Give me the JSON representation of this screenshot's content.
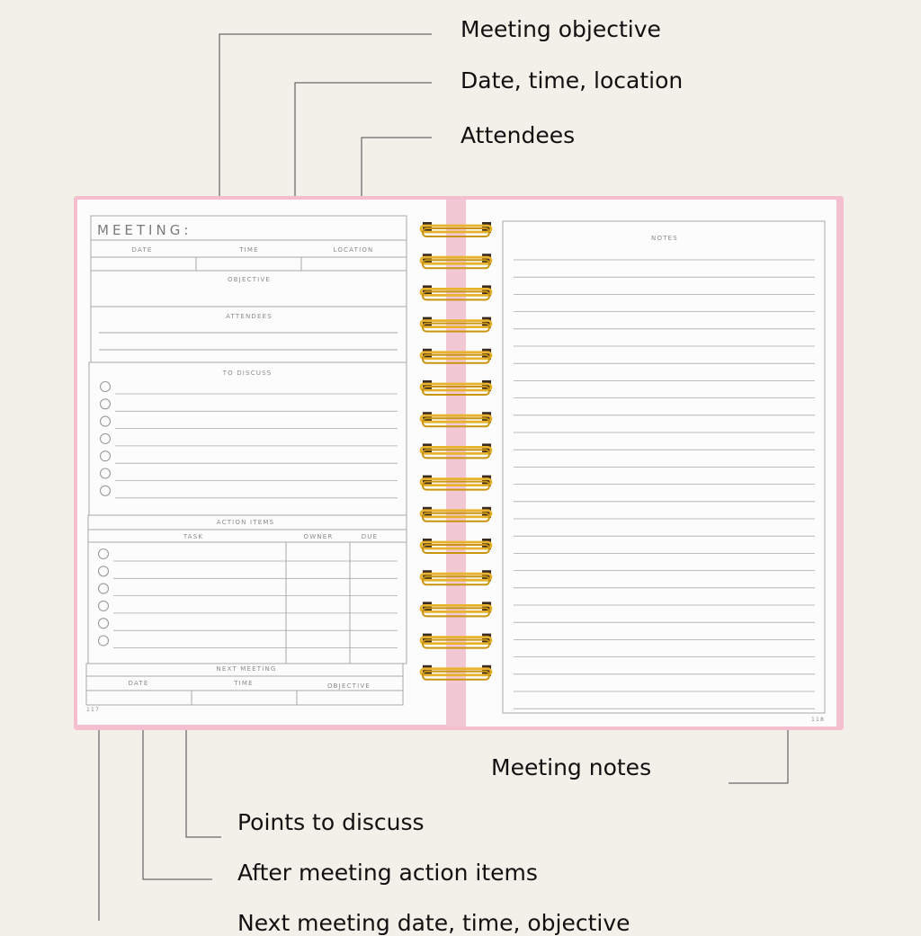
{
  "callouts": {
    "objective": "Meeting objective",
    "datetime": "Date, time, location",
    "attendees": "Attendees",
    "notes": "Meeting notes",
    "discuss": "Points to discuss",
    "actions": "After meeting action items",
    "next": "Next meeting date, time, objective"
  },
  "left_page": {
    "title": "MEETING:",
    "date": "DATE",
    "time": "TIME",
    "location": "LOCATION",
    "objective": "OBJECTIVE",
    "attendees": "ATTENDEES",
    "to_discuss": "TO DISCUSS",
    "action_items": "ACTION ITEMS",
    "task": "TASK",
    "owner": "OWNER",
    "due": "DUE",
    "next_meeting": "NEXT MEETING",
    "next_date": "DATE",
    "next_time": "TIME",
    "next_objective": "OBJECTIVE",
    "page_number": "117"
  },
  "right_page": {
    "notes": "NOTES",
    "page_number": "118"
  },
  "colors": {
    "background": "#f3efe9",
    "cover": "#f4c0cf",
    "coil": "#e7b22c",
    "rule": "#a9a9a9"
  }
}
